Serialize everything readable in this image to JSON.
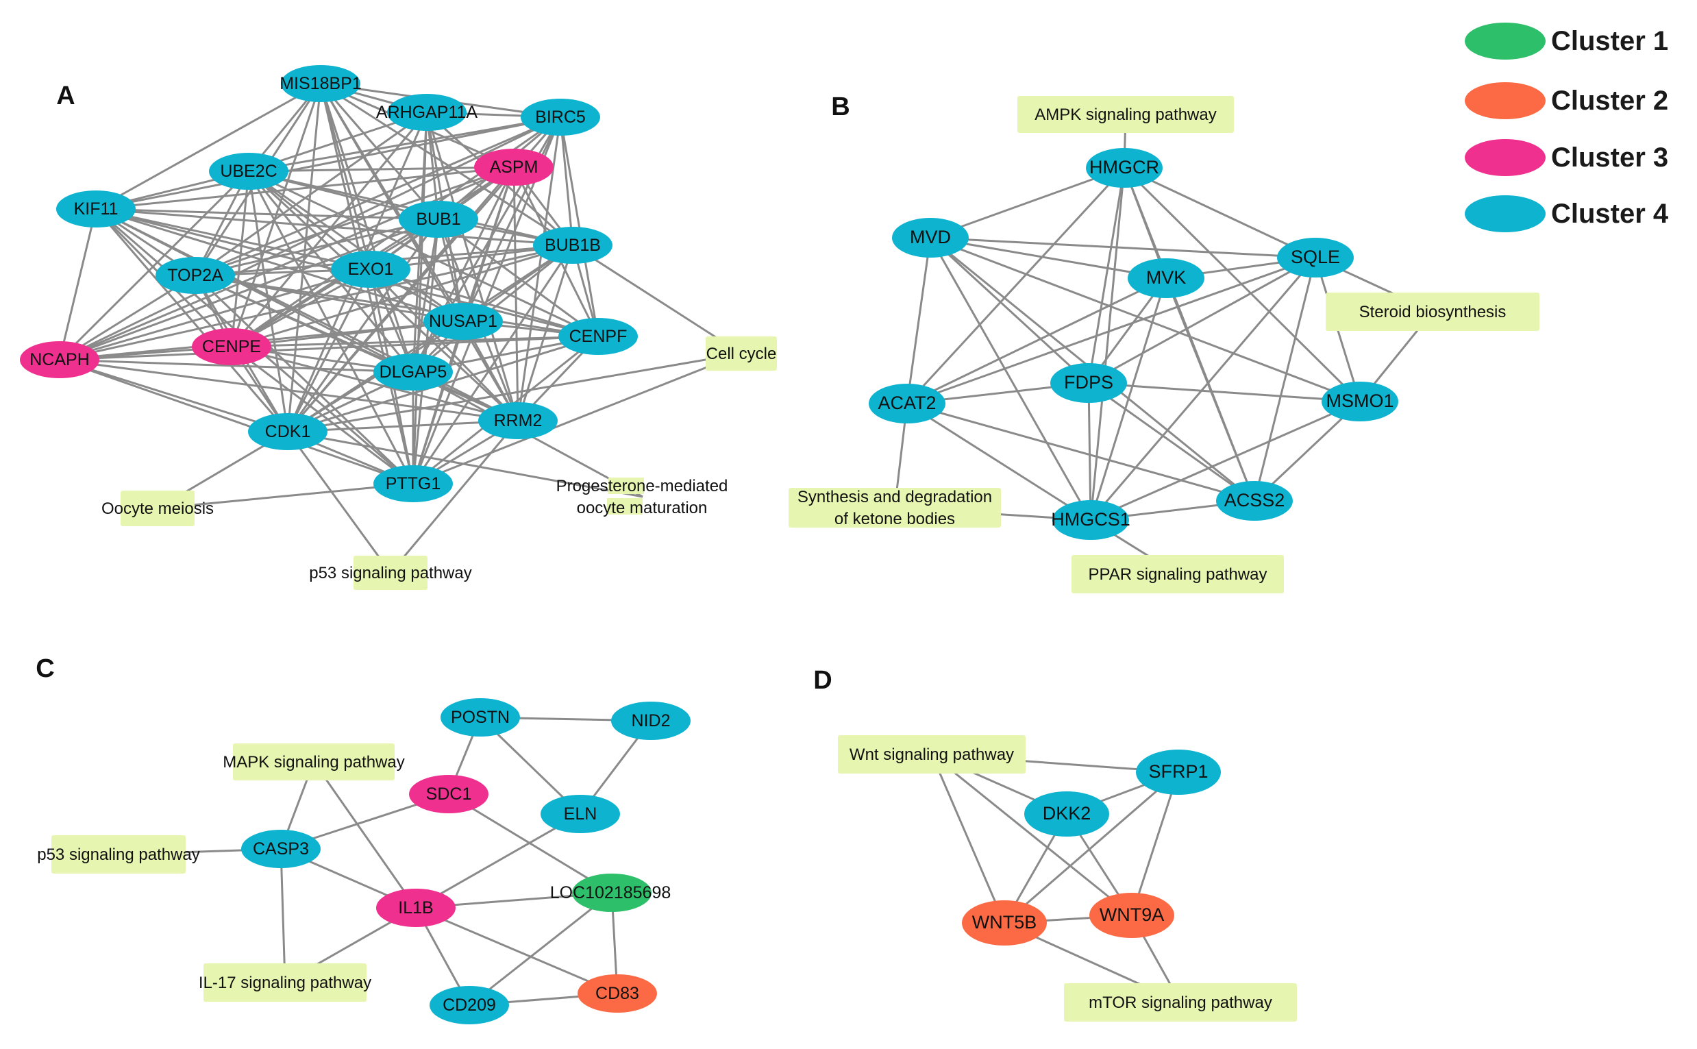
{
  "colors": {
    "cluster1": "#2ebf6a",
    "cluster2": "#fb6a45",
    "cluster3": "#f0308f",
    "cluster4": "#0db3cf",
    "pathway": "#e6f5b0",
    "edge": "#8a8a8a"
  },
  "legend": [
    {
      "label": "Cluster 1",
      "cluster": "cluster1"
    },
    {
      "label": "Cluster 2",
      "cluster": "cluster2"
    },
    {
      "label": "Cluster 3",
      "cluster": "cluster3"
    },
    {
      "label": "Cluster 4",
      "cluster": "cluster4"
    }
  ],
  "panels": [
    {
      "label": "A",
      "nodes": [
        {
          "id": "MIS18BP1",
          "type": "gene",
          "cluster": "cluster4"
        },
        {
          "id": "ARHGAP11A",
          "type": "gene",
          "cluster": "cluster4"
        },
        {
          "id": "BIRC5",
          "type": "gene",
          "cluster": "cluster4"
        },
        {
          "id": "UBE2C",
          "type": "gene",
          "cluster": "cluster4"
        },
        {
          "id": "ASPM",
          "type": "gene",
          "cluster": "cluster3"
        },
        {
          "id": "KIF11",
          "type": "gene",
          "cluster": "cluster4"
        },
        {
          "id": "BUB1",
          "type": "gene",
          "cluster": "cluster4"
        },
        {
          "id": "BUB1B",
          "type": "gene",
          "cluster": "cluster4"
        },
        {
          "id": "TOP2A",
          "type": "gene",
          "cluster": "cluster4"
        },
        {
          "id": "EXO1",
          "type": "gene",
          "cluster": "cluster4"
        },
        {
          "id": "NUSAP1",
          "type": "gene",
          "cluster": "cluster4"
        },
        {
          "id": "CENPF",
          "type": "gene",
          "cluster": "cluster4"
        },
        {
          "id": "NCAPH",
          "type": "gene",
          "cluster": "cluster3"
        },
        {
          "id": "CENPE",
          "type": "gene",
          "cluster": "cluster3"
        },
        {
          "id": "DLGAP5",
          "type": "gene",
          "cluster": "cluster4"
        },
        {
          "id": "RRM2",
          "type": "gene",
          "cluster": "cluster4"
        },
        {
          "id": "CDK1",
          "type": "gene",
          "cluster": "cluster4"
        },
        {
          "id": "PTTG1",
          "type": "gene",
          "cluster": "cluster4"
        },
        {
          "id": "Cell cycle",
          "type": "pathway"
        },
        {
          "id": "Progesterone-mediated oocyte maturation",
          "type": "pathway"
        },
        {
          "id": "Oocyte meiosis",
          "type": "pathway"
        },
        {
          "id": "p53 signaling pathway",
          "type": "pathway"
        }
      ],
      "edges": [
        [
          "MIS18BP1",
          "ARHGAP11A"
        ],
        [
          "MIS18BP1",
          "BIRC5"
        ],
        [
          "MIS18BP1",
          "UBE2C"
        ],
        [
          "MIS18BP1",
          "ASPM"
        ],
        [
          "MIS18BP1",
          "KIF11"
        ],
        [
          "MIS18BP1",
          "BUB1"
        ],
        [
          "MIS18BP1",
          "BUB1B"
        ],
        [
          "MIS18BP1",
          "TOP2A"
        ],
        [
          "MIS18BP1",
          "EXO1"
        ],
        [
          "MIS18BP1",
          "NUSAP1"
        ],
        [
          "MIS18BP1",
          "CENPE"
        ],
        [
          "MIS18BP1",
          "DLGAP5"
        ],
        [
          "MIS18BP1",
          "CDK1"
        ],
        [
          "MIS18BP1",
          "RRM2"
        ],
        [
          "MIS18BP1",
          "PTTG1"
        ],
        [
          "ARHGAP11A",
          "BIRC5"
        ],
        [
          "ARHGAP11A",
          "UBE2C"
        ],
        [
          "ARHGAP11A",
          "BUB1"
        ],
        [
          "ARHGAP11A",
          "BUB1B"
        ],
        [
          "ARHGAP11A",
          "NUSAP1"
        ],
        [
          "ARHGAP11A",
          "CENPE"
        ],
        [
          "ARHGAP11A",
          "CDK1"
        ],
        [
          "ARHGAP11A",
          "DLGAP5"
        ],
        [
          "ARHGAP11A",
          "RRM2"
        ],
        [
          "ARHGAP11A",
          "PTTG1"
        ],
        [
          "ARHGAP11A",
          "TOP2A"
        ],
        [
          "BIRC5",
          "UBE2C"
        ],
        [
          "BIRC5",
          "KIF11"
        ],
        [
          "BIRC5",
          "BUB1"
        ],
        [
          "BIRC5",
          "BUB1B"
        ],
        [
          "BIRC5",
          "TOP2A"
        ],
        [
          "BIRC5",
          "NUSAP1"
        ],
        [
          "BIRC5",
          "CENPF"
        ],
        [
          "BIRC5",
          "CENPE"
        ],
        [
          "BIRC5",
          "CDK1"
        ],
        [
          "BIRC5",
          "PTTG1"
        ],
        [
          "BIRC5",
          "NCAPH"
        ],
        [
          "BIRC5",
          "DLGAP5"
        ],
        [
          "BIRC5",
          "RRM2"
        ],
        [
          "UBE2C",
          "KIF11"
        ],
        [
          "UBE2C",
          "BUB1"
        ],
        [
          "UBE2C",
          "BUB1B"
        ],
        [
          "UBE2C",
          "TOP2A"
        ],
        [
          "UBE2C",
          "EXO1"
        ],
        [
          "UBE2C",
          "NUSAP1"
        ],
        [
          "UBE2C",
          "CENPE"
        ],
        [
          "UBE2C",
          "CDK1"
        ],
        [
          "UBE2C",
          "PTTG1"
        ],
        [
          "UBE2C",
          "DLGAP5"
        ],
        [
          "UBE2C",
          "RRM2"
        ],
        [
          "UBE2C",
          "ASPM"
        ],
        [
          "UBE2C",
          "NCAPH"
        ],
        [
          "UBE2C",
          "CENPF"
        ],
        [
          "ASPM",
          "KIF11"
        ],
        [
          "ASPM",
          "BUB1"
        ],
        [
          "ASPM",
          "BUB1B"
        ],
        [
          "ASPM",
          "TOP2A"
        ],
        [
          "ASPM",
          "EXO1"
        ],
        [
          "ASPM",
          "NUSAP1"
        ],
        [
          "ASPM",
          "CENPE"
        ],
        [
          "ASPM",
          "NCAPH"
        ],
        [
          "ASPM",
          "CDK1"
        ],
        [
          "ASPM",
          "DLGAP5"
        ],
        [
          "ASPM",
          "RRM2"
        ],
        [
          "ASPM",
          "PTTG1"
        ],
        [
          "ASPM",
          "CENPF"
        ],
        [
          "KIF11",
          "BUB1"
        ],
        [
          "KIF11",
          "BUB1B"
        ],
        [
          "KIF11",
          "TOP2A"
        ],
        [
          "KIF11",
          "EXO1"
        ],
        [
          "KIF11",
          "NUSAP1"
        ],
        [
          "KIF11",
          "CENPE"
        ],
        [
          "KIF11",
          "NCAPH"
        ],
        [
          "KIF11",
          "CDK1"
        ],
        [
          "KIF11",
          "DLGAP5"
        ],
        [
          "KIF11",
          "RRM2"
        ],
        [
          "KIF11",
          "CENPF"
        ],
        [
          "KIF11",
          "PTTG1"
        ],
        [
          "BUB1",
          "BUB1B"
        ],
        [
          "BUB1",
          "TOP2A"
        ],
        [
          "BUB1",
          "EXO1"
        ],
        [
          "BUB1",
          "NUSAP1"
        ],
        [
          "BUB1",
          "CENPE"
        ],
        [
          "BUB1",
          "NCAPH"
        ],
        [
          "BUB1",
          "CDK1"
        ],
        [
          "BUB1",
          "DLGAP5"
        ],
        [
          "BUB1",
          "RRM2"
        ],
        [
          "BUB1",
          "PTTG1"
        ],
        [
          "BUB1",
          "CENPF"
        ],
        [
          "BUB1B",
          "TOP2A"
        ],
        [
          "BUB1B",
          "EXO1"
        ],
        [
          "BUB1B",
          "NUSAP1"
        ],
        [
          "BUB1B",
          "CENPF"
        ],
        [
          "BUB1B",
          "CENPE"
        ],
        [
          "BUB1B",
          "NCAPH"
        ],
        [
          "BUB1B",
          "CDK1"
        ],
        [
          "BUB1B",
          "DLGAP5"
        ],
        [
          "BUB1B",
          "RRM2"
        ],
        [
          "BUB1B",
          "PTTG1"
        ],
        [
          "BUB1B",
          "Cell cycle"
        ],
        [
          "TOP2A",
          "EXO1"
        ],
        [
          "TOP2A",
          "NUSAP1"
        ],
        [
          "TOP2A",
          "CENPE"
        ],
        [
          "TOP2A",
          "NCAPH"
        ],
        [
          "TOP2A",
          "CDK1"
        ],
        [
          "TOP2A",
          "DLGAP5"
        ],
        [
          "TOP2A",
          "RRM2"
        ],
        [
          "TOP2A",
          "PTTG1"
        ],
        [
          "TOP2A",
          "CENPF"
        ],
        [
          "EXO1",
          "NUSAP1"
        ],
        [
          "EXO1",
          "CENPE"
        ],
        [
          "EXO1",
          "CDK1"
        ],
        [
          "EXO1",
          "DLGAP5"
        ],
        [
          "EXO1",
          "RRM2"
        ],
        [
          "EXO1",
          "PTTG1"
        ],
        [
          "EXO1",
          "CENPF"
        ],
        [
          "EXO1",
          "NCAPH"
        ],
        [
          "NUSAP1",
          "CENPF"
        ],
        [
          "NUSAP1",
          "CENPE"
        ],
        [
          "NUSAP1",
          "NCAPH"
        ],
        [
          "NUSAP1",
          "CDK1"
        ],
        [
          "NUSAP1",
          "DLGAP5"
        ],
        [
          "NUSAP1",
          "RRM2"
        ],
        [
          "NUSAP1",
          "PTTG1"
        ],
        [
          "CENPF",
          "CENPE"
        ],
        [
          "CENPF",
          "CDK1"
        ],
        [
          "CENPF",
          "DLGAP5"
        ],
        [
          "CENPF",
          "RRM2"
        ],
        [
          "CENPF",
          "PTTG1"
        ],
        [
          "CENPF",
          "NCAPH"
        ],
        [
          "NCAPH",
          "CENPE"
        ],
        [
          "NCAPH",
          "DLGAP5"
        ],
        [
          "NCAPH",
          "CDK1"
        ],
        [
          "NCAPH",
          "RRM2"
        ],
        [
          "NCAPH",
          "PTTG1"
        ],
        [
          "CENPE",
          "DLGAP5"
        ],
        [
          "CENPE",
          "CDK1"
        ],
        [
          "CENPE",
          "RRM2"
        ],
        [
          "CENPE",
          "PTTG1"
        ],
        [
          "DLGAP5",
          "CDK1"
        ],
        [
          "DLGAP5",
          "RRM2"
        ],
        [
          "DLGAP5",
          "PTTG1"
        ],
        [
          "DLGAP5",
          "Progesterone-mediated oocyte maturation"
        ],
        [
          "RRM2",
          "CDK1"
        ],
        [
          "RRM2",
          "PTTG1"
        ],
        [
          "RRM2",
          "p53 signaling pathway"
        ],
        [
          "CDK1",
          "PTTG1"
        ],
        [
          "CDK1",
          "Cell cycle"
        ],
        [
          "CDK1",
          "Oocyte meiosis"
        ],
        [
          "CDK1",
          "Progesterone-mediated oocyte maturation"
        ],
        [
          "CDK1",
          "p53 signaling pathway"
        ],
        [
          "PTTG1",
          "Cell cycle"
        ],
        [
          "PTTG1",
          "Oocyte meiosis"
        ]
      ]
    },
    {
      "label": "B",
      "nodes": [
        {
          "id": "AMPK signaling pathway",
          "type": "pathway"
        },
        {
          "id": "HMGCR",
          "type": "gene",
          "cluster": "cluster4"
        },
        {
          "id": "MVD",
          "type": "gene",
          "cluster": "cluster4"
        },
        {
          "id": "SQLE",
          "type": "gene",
          "cluster": "cluster4"
        },
        {
          "id": "MVK",
          "type": "gene",
          "cluster": "cluster4"
        },
        {
          "id": "Steroid biosynthesis",
          "type": "pathway"
        },
        {
          "id": "FDPS",
          "type": "gene",
          "cluster": "cluster4"
        },
        {
          "id": "ACAT2",
          "type": "gene",
          "cluster": "cluster4"
        },
        {
          "id": "MSMO1",
          "type": "gene",
          "cluster": "cluster4"
        },
        {
          "id": "Synthesis and degradation of ketone bodies",
          "type": "pathway"
        },
        {
          "id": "ACSS2",
          "type": "gene",
          "cluster": "cluster4"
        },
        {
          "id": "HMGCS1",
          "type": "gene",
          "cluster": "cluster4"
        },
        {
          "id": "PPAR signaling pathway",
          "type": "pathway"
        }
      ],
      "edges": [
        [
          "AMPK signaling pathway",
          "HMGCR"
        ],
        [
          "HMGCR",
          "MVD"
        ],
        [
          "HMGCR",
          "SQLE"
        ],
        [
          "HMGCR",
          "MVK"
        ],
        [
          "HMGCR",
          "FDPS"
        ],
        [
          "HMGCR",
          "ACAT2"
        ],
        [
          "HMGCR",
          "HMGCS1"
        ],
        [
          "HMGCR",
          "MSMO1"
        ],
        [
          "HMGCR",
          "ACSS2"
        ],
        [
          "MVD",
          "SQLE"
        ],
        [
          "MVD",
          "MVK"
        ],
        [
          "MVD",
          "FDPS"
        ],
        [
          "MVD",
          "ACAT2"
        ],
        [
          "MVD",
          "HMGCS1"
        ],
        [
          "MVD",
          "MSMO1"
        ],
        [
          "MVD",
          "ACSS2"
        ],
        [
          "SQLE",
          "MVK"
        ],
        [
          "SQLE",
          "FDPS"
        ],
        [
          "SQLE",
          "ACAT2"
        ],
        [
          "SQLE",
          "HMGCS1"
        ],
        [
          "SQLE",
          "MSMO1"
        ],
        [
          "SQLE",
          "ACSS2"
        ],
        [
          "SQLE",
          "Steroid biosynthesis"
        ],
        [
          "MVK",
          "FDPS"
        ],
        [
          "MVK",
          "ACAT2"
        ],
        [
          "MVK",
          "HMGCS1"
        ],
        [
          "MVK",
          "ACSS2"
        ],
        [
          "FDPS",
          "ACAT2"
        ],
        [
          "FDPS",
          "HMGCS1"
        ],
        [
          "FDPS",
          "MSMO1"
        ],
        [
          "FDPS",
          "ACSS2"
        ],
        [
          "ACAT2",
          "HMGCS1"
        ],
        [
          "ACAT2",
          "ACSS2"
        ],
        [
          "ACAT2",
          "Synthesis and degradation of ketone bodies"
        ],
        [
          "MSMO1",
          "HMGCS1"
        ],
        [
          "MSMO1",
          "ACSS2"
        ],
        [
          "MSMO1",
          "Steroid biosynthesis"
        ],
        [
          "HMGCS1",
          "ACSS2"
        ],
        [
          "HMGCS1",
          "Synthesis and degradation of ketone bodies"
        ],
        [
          "HMGCS1",
          "PPAR signaling pathway"
        ]
      ]
    },
    {
      "label": "C",
      "nodes": [
        {
          "id": "POSTN",
          "type": "gene",
          "cluster": "cluster4"
        },
        {
          "id": "NID2",
          "type": "gene",
          "cluster": "cluster4"
        },
        {
          "id": "MAPK signaling pathway",
          "type": "pathway"
        },
        {
          "id": "SDC1",
          "type": "gene",
          "cluster": "cluster3"
        },
        {
          "id": "ELN",
          "type": "gene",
          "cluster": "cluster4"
        },
        {
          "id": "p53 signaling pathway",
          "type": "pathway"
        },
        {
          "id": "CASP3",
          "type": "gene",
          "cluster": "cluster4"
        },
        {
          "id": "LOC102185698",
          "type": "gene",
          "cluster": "cluster1"
        },
        {
          "id": "IL1B",
          "type": "gene",
          "cluster": "cluster3"
        },
        {
          "id": "IL-17 signaling pathway",
          "type": "pathway"
        },
        {
          "id": "CD83",
          "type": "gene",
          "cluster": "cluster2"
        },
        {
          "id": "CD209",
          "type": "gene",
          "cluster": "cluster4"
        }
      ],
      "edges": [
        [
          "POSTN",
          "NID2"
        ],
        [
          "POSTN",
          "SDC1"
        ],
        [
          "POSTN",
          "ELN"
        ],
        [
          "NID2",
          "ELN"
        ],
        [
          "MAPK signaling pathway",
          "CASP3"
        ],
        [
          "MAPK signaling pathway",
          "IL1B"
        ],
        [
          "SDC1",
          "CASP3"
        ],
        [
          "SDC1",
          "LOC102185698"
        ],
        [
          "ELN",
          "IL1B"
        ],
        [
          "p53 signaling pathway",
          "CASP3"
        ],
        [
          "CASP3",
          "IL1B"
        ],
        [
          "CASP3",
          "IL-17 signaling pathway"
        ],
        [
          "IL1B",
          "LOC102185698"
        ],
        [
          "IL1B",
          "CD83"
        ],
        [
          "IL1B",
          "CD209"
        ],
        [
          "IL1B",
          "IL-17 signaling pathway"
        ],
        [
          "LOC102185698",
          "CD83"
        ],
        [
          "LOC102185698",
          "CD209"
        ],
        [
          "CD209",
          "CD83"
        ]
      ]
    },
    {
      "label": "D",
      "nodes": [
        {
          "id": "Wnt signaling pathway",
          "type": "pathway"
        },
        {
          "id": "SFRP1",
          "type": "gene",
          "cluster": "cluster4"
        },
        {
          "id": "DKK2",
          "type": "gene",
          "cluster": "cluster4"
        },
        {
          "id": "WNT5B",
          "type": "gene",
          "cluster": "cluster2"
        },
        {
          "id": "WNT9A",
          "type": "gene",
          "cluster": "cluster2"
        },
        {
          "id": "mTOR signaling pathway",
          "type": "pathway"
        }
      ],
      "edges": [
        [
          "Wnt signaling pathway",
          "SFRP1"
        ],
        [
          "Wnt signaling pathway",
          "DKK2"
        ],
        [
          "Wnt signaling pathway",
          "WNT5B"
        ],
        [
          "Wnt signaling pathway",
          "WNT9A"
        ],
        [
          "SFRP1",
          "DKK2"
        ],
        [
          "SFRP1",
          "WNT5B"
        ],
        [
          "SFRP1",
          "WNT9A"
        ],
        [
          "DKK2",
          "WNT5B"
        ],
        [
          "DKK2",
          "WNT9A"
        ],
        [
          "WNT5B",
          "WNT9A"
        ],
        [
          "WNT5B",
          "mTOR signaling pathway"
        ],
        [
          "WNT9A",
          "mTOR signaling pathway"
        ]
      ]
    }
  ]
}
